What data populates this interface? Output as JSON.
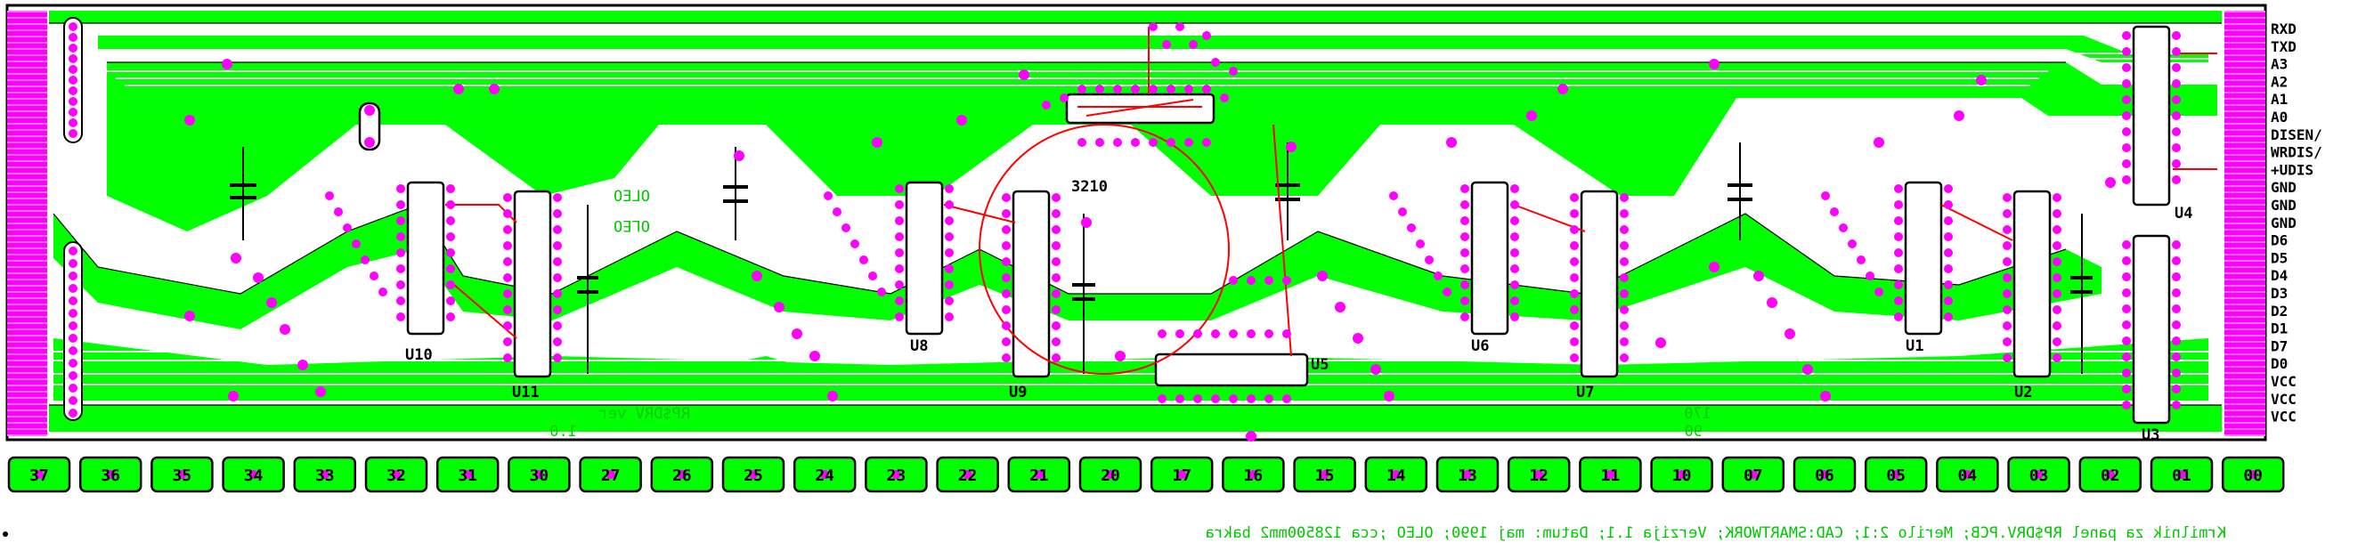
{
  "title": "RP$DRV.PCB",
  "colors": {
    "copper": "#00ff00",
    "pad": "#ff00ff",
    "silk": "#000000",
    "red": "#ff0000",
    "background": "#ffffff"
  },
  "components": {
    "u10": "U10",
    "u11": "U11",
    "u8": "U8",
    "u9": "U9",
    "u5": "U5",
    "u6": "U6",
    "u7": "U7",
    "u1": "U1",
    "u2": "U2",
    "u4": "U4",
    "u3": "U3",
    "cluster": "3210"
  },
  "mirrored_text": {
    "oleo1": "OLEO",
    "oleo2": "OLEO",
    "version_line1": "RP$DRV ver",
    "version_line2": "1.0",
    "num1": "170",
    "num2": "90"
  },
  "signals": [
    "RXD",
    "TXD",
    "A3",
    "A2",
    "A1",
    "A0",
    "DISEN/",
    "WRDIS/",
    "+UDIS",
    "GND",
    "GND",
    "GND",
    "D6",
    "D5",
    "D4",
    "D3",
    "D2",
    "D1",
    "D7",
    "D0",
    "VCC",
    "VCC",
    "VCC"
  ],
  "pins": [
    "37",
    "36",
    "35",
    "34",
    "33",
    "32",
    "31",
    "30",
    "27",
    "26",
    "25",
    "24",
    "23",
    "22",
    "21",
    "20",
    "17",
    "16",
    "15",
    "14",
    "13",
    "12",
    "11",
    "10",
    "07",
    "06",
    "05",
    "04",
    "03",
    "02",
    "01",
    "00"
  ],
  "caption": "Krmilnik za panel RP$DRV.PCB; Merilo 2:1; CAD:SMARTWORK; Verzija 1.1; Datum: maj 1990; OLEO ;cca 128500mm2 bakra"
}
